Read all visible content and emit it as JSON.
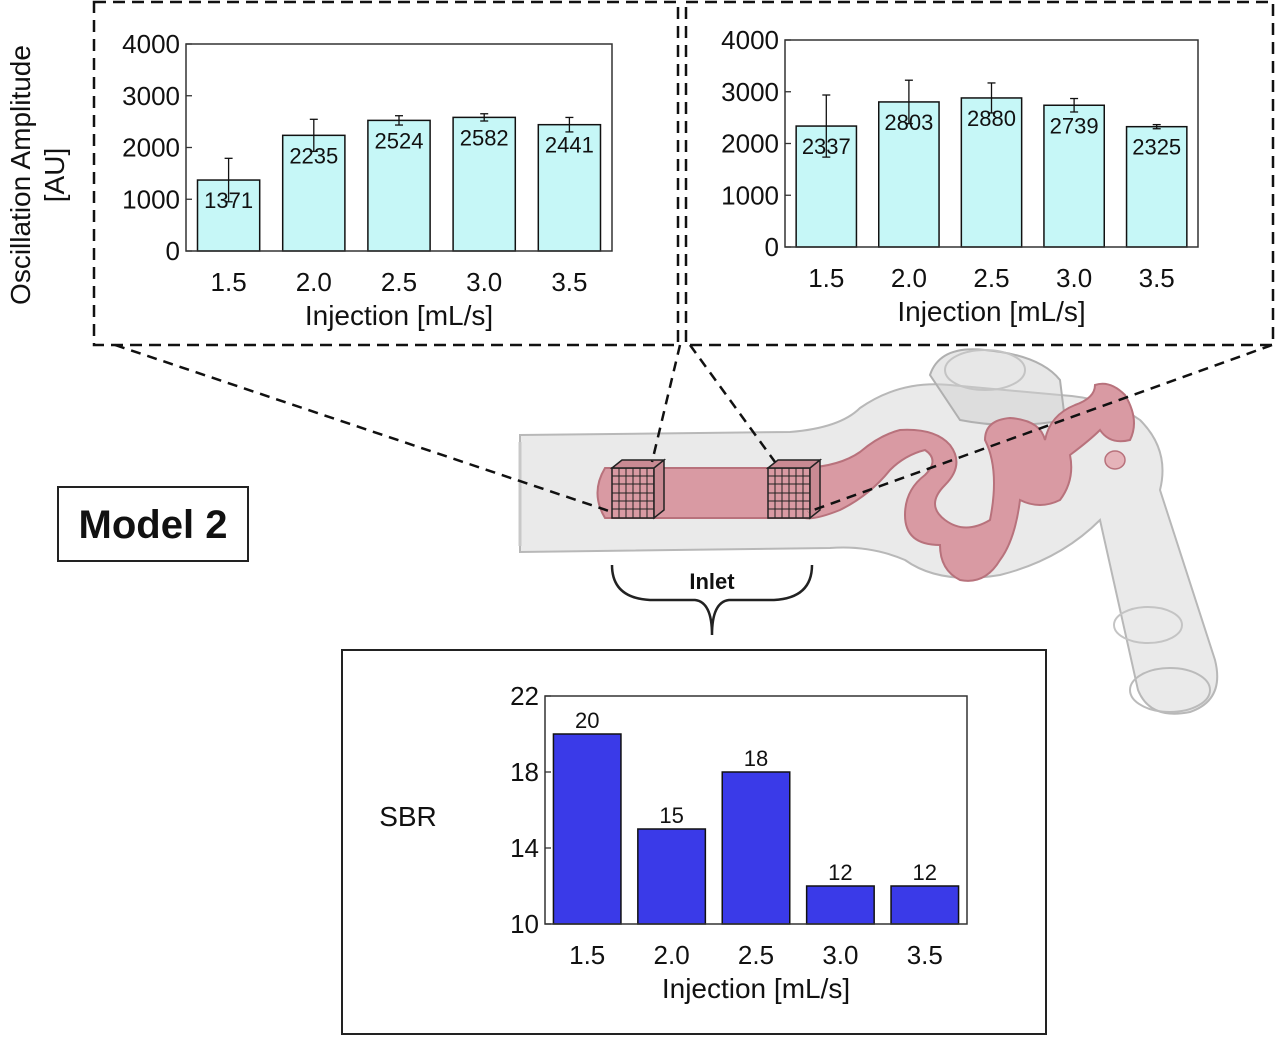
{
  "figure": {
    "model_label": "Model 2",
    "inlet_label": "Inlet"
  },
  "colors": {
    "amplitude_bar_fill": "#c6f7f7",
    "sbr_bar_fill": "#3a3ae8",
    "vessel_pink": "#d99aa3",
    "vessel_glass": "#d6d6d6"
  },
  "chart_data": [
    {
      "type": "bar",
      "ylabel": "Oscillation Amplitude [AU]",
      "ylabel_lines": [
        "Oscillation Amplitude",
        "[AU]"
      ],
      "xlabel": "Injection [mL/s]",
      "categories": [
        "1.5",
        "2.0",
        "2.5",
        "3.0",
        "3.5"
      ],
      "values": [
        1371,
        2235,
        2524,
        2582,
        2441
      ],
      "value_labels": [
        "1371",
        "2235",
        "2524",
        "2582",
        "2441"
      ],
      "error": [
        420,
        310,
        90,
        70,
        140
      ],
      "ylim": [
        0,
        4000
      ],
      "yticks": [
        0,
        1000,
        2000,
        3000,
        4000
      ],
      "ytick_labels": [
        "0",
        "1000",
        "2000",
        "3000",
        "4000"
      ],
      "grid": false
    },
    {
      "type": "bar",
      "ylabel": "",
      "xlabel": "Injection [mL/s]",
      "categories": [
        "1.5",
        "2.0",
        "2.5",
        "3.0",
        "3.5"
      ],
      "values": [
        2337,
        2803,
        2880,
        2739,
        2325
      ],
      "value_labels": [
        "2337",
        "2803",
        "2880",
        "2739",
        "2325"
      ],
      "error": [
        600,
        420,
        290,
        130,
        40
      ],
      "ylim": [
        0,
        4000
      ],
      "yticks": [
        0,
        1000,
        2000,
        3000,
        4000
      ],
      "ytick_labels": [
        "0",
        "1000",
        "2000",
        "3000",
        "4000"
      ],
      "grid": false
    },
    {
      "type": "bar",
      "ylabel": "SBR",
      "xlabel": "Injection [mL/s]",
      "categories": [
        "1.5",
        "2.0",
        "2.5",
        "3.0",
        "3.5"
      ],
      "values": [
        20,
        15,
        18,
        12,
        12
      ],
      "value_labels": [
        "20",
        "15",
        "18",
        "12",
        "12"
      ],
      "ylim": [
        10,
        22
      ],
      "yticks": [
        10,
        14,
        18,
        22
      ],
      "ytick_labels": [
        "10",
        "14",
        "18",
        "22"
      ],
      "grid": false
    }
  ]
}
